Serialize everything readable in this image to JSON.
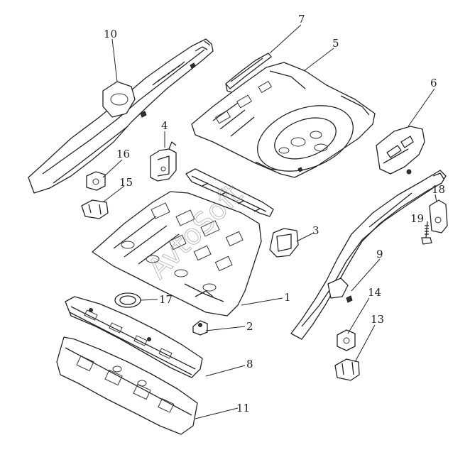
{
  "diagram": {
    "callouts": [
      {
        "id": "1",
        "label": "1"
      },
      {
        "id": "2",
        "label": "2"
      },
      {
        "id": "3",
        "label": "3"
      },
      {
        "id": "4",
        "label": "4"
      },
      {
        "id": "5",
        "label": "5"
      },
      {
        "id": "6",
        "label": "6"
      },
      {
        "id": "7",
        "label": "7"
      },
      {
        "id": "8",
        "label": "8"
      },
      {
        "id": "9",
        "label": "9"
      },
      {
        "id": "10",
        "label": "10"
      },
      {
        "id": "11",
        "label": "11"
      },
      {
        "id": "13",
        "label": "13"
      },
      {
        "id": "14",
        "label": "14"
      },
      {
        "id": "15",
        "label": "15"
      },
      {
        "id": "16",
        "label": "16"
      },
      {
        "id": "17",
        "label": "17"
      },
      {
        "id": "18",
        "label": "18"
      },
      {
        "id": "19",
        "label": "19"
      }
    ],
    "watermark": "AvtoSoft",
    "line_color": "#222222",
    "background": "#ffffff"
  }
}
